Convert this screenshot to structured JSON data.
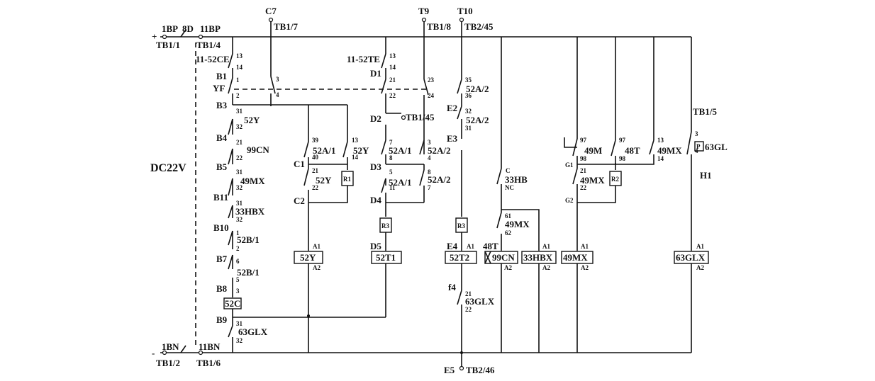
{
  "supply": {
    "voltage": "DC22V",
    "plus": "+",
    "minus": "-",
    "top_left": [
      "1BP",
      "8D",
      "11BP",
      "TB1/1",
      "TB1/4"
    ],
    "bottom_left": [
      "1BN",
      "11BN",
      "TB1/2",
      "TB1/6"
    ]
  },
  "terminals": {
    "c7": "C7",
    "tb1_7": "TB1/7",
    "t9": "T9",
    "tb1_8": "TB1/8",
    "t10": "T10",
    "tb2_45": "TB2/45",
    "e5": "E5",
    "tb2_46": "TB2/46",
    "tb1_45": "TB1/45",
    "tb1_5": "TB1/5"
  },
  "nodes": {
    "b1": "B1",
    "yf": "YF",
    "b3": "B3",
    "b4": "B4",
    "b5": "B5",
    "b11": "B11",
    "b10": "B10",
    "b7": "B7",
    "b8": "B8",
    "b9": "B9",
    "c1": "C1",
    "c2": "C2",
    "d1": "D1",
    "d2": "D2",
    "d3": "D3",
    "d4": "D4",
    "d5": "D5",
    "e2": "E2",
    "e3": "E3",
    "e4": "E4",
    "e_f4": "f4",
    "g1": "G1",
    "g2": "G2",
    "h1": "H1",
    "t48": "48T"
  },
  "contacts": {
    "c52ce": "11-52CE",
    "c52te": "11-52TE",
    "c52y_a": "52Y",
    "c99cn": "99CN",
    "c49mx_a": "49MX",
    "c33hbx": "33HBX",
    "c52b1_a": "52B/1",
    "c52b1_b": "52B/1",
    "c63glx_a": "63GLX",
    "c52a1_a": "52A/1",
    "c52y_b": "52Y",
    "c52y_c": "52Y",
    "c52a1_b": "52A/1",
    "c52a1_c": "52A/1",
    "c52a2_a": "52A/2",
    "c52a2_b": "52A/2",
    "c52a2_c": "52A/2",
    "c52a2_d": "52A/2",
    "c33hb": "33HB",
    "c49mx_b": "49MX",
    "c63glx_b": "63GLX",
    "c49m": "49M",
    "c48t": "48T",
    "c49mx_c": "49MX",
    "c49mx_d": "49MX",
    "c63gl": "63GL"
  },
  "resistors": {
    "r1": "R1",
    "r2": "R2",
    "r3a": "R3",
    "r3b": "R3"
  },
  "coils": {
    "k52c": "52C",
    "k52y": "52Y",
    "k52t1": "52T1",
    "k52t2": "52T2",
    "k99cn": "99CN",
    "k33hbx": "33HBX",
    "k49mx": "49MX",
    "k63glx": "63GLX",
    "p": "P"
  },
  "pins": {
    "n13": "13",
    "n14": "14",
    "n1": "1",
    "n2": "2",
    "n3": "3",
    "n4": "4",
    "n5": "5",
    "n6": "6",
    "n7": "7",
    "n8": "8",
    "n11": "11",
    "n21": "21",
    "n22": "22",
    "n23": "23",
    "n24": "24",
    "n31": "31",
    "n32": "32",
    "n35": "35",
    "n36": "36",
    "n39": "39",
    "n40": "40",
    "n61": "61",
    "n62": "62",
    "n97": "97",
    "n98": "98",
    "nc": "NC",
    "c": "C",
    "a1": "A1",
    "a2": "A2"
  },
  "colors": {
    "ink": "#111111",
    "paper": "#ffffff"
  }
}
